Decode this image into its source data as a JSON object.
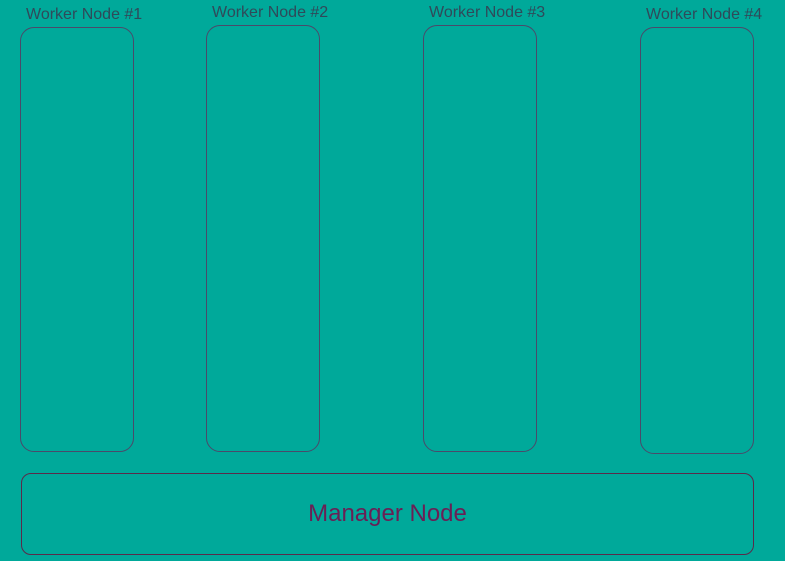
{
  "workers": [
    {
      "label": "Worker Node #1"
    },
    {
      "label": "Worker Node #2"
    },
    {
      "label": "Worker Node #3"
    },
    {
      "label": "Worker Node #4"
    }
  ],
  "manager": {
    "label": "Manager Node"
  },
  "colors": {
    "background": "#00a99a",
    "worker_border": "#4a4a6a",
    "worker_text": "#2f4a5a",
    "manager_border": "#5a2a4a",
    "manager_text": "#6a1f55"
  }
}
